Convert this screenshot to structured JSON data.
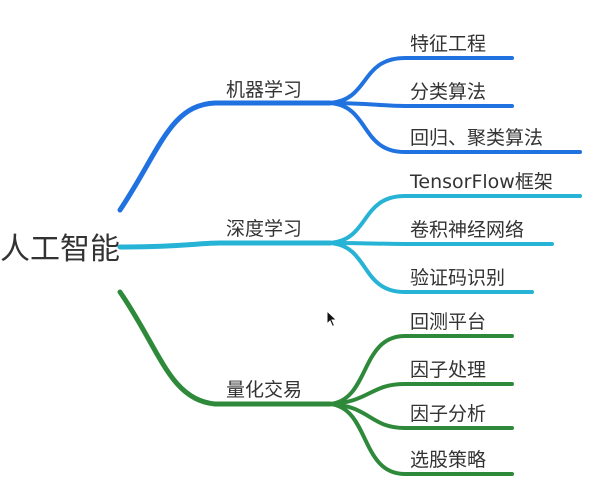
{
  "root": {
    "label": "人工智能"
  },
  "branches": [
    {
      "id": "ml",
      "label": "机器学习",
      "color": "#1f72e0",
      "children": [
        "特征工程",
        "分类算法",
        "回归、聚类算法"
      ]
    },
    {
      "id": "dl",
      "label": "深度学习",
      "color": "#26b3d6",
      "children": [
        "TensorFlow框架",
        "卷积神经网络",
        "验证码识别"
      ]
    },
    {
      "id": "qt",
      "label": "量化交易",
      "color": "#2e8a3a",
      "children": [
        "回测平台",
        "因子处理",
        "因子分析",
        "选股策略"
      ]
    }
  ],
  "cursor": {
    "icon": "mouse-pointer-icon"
  }
}
